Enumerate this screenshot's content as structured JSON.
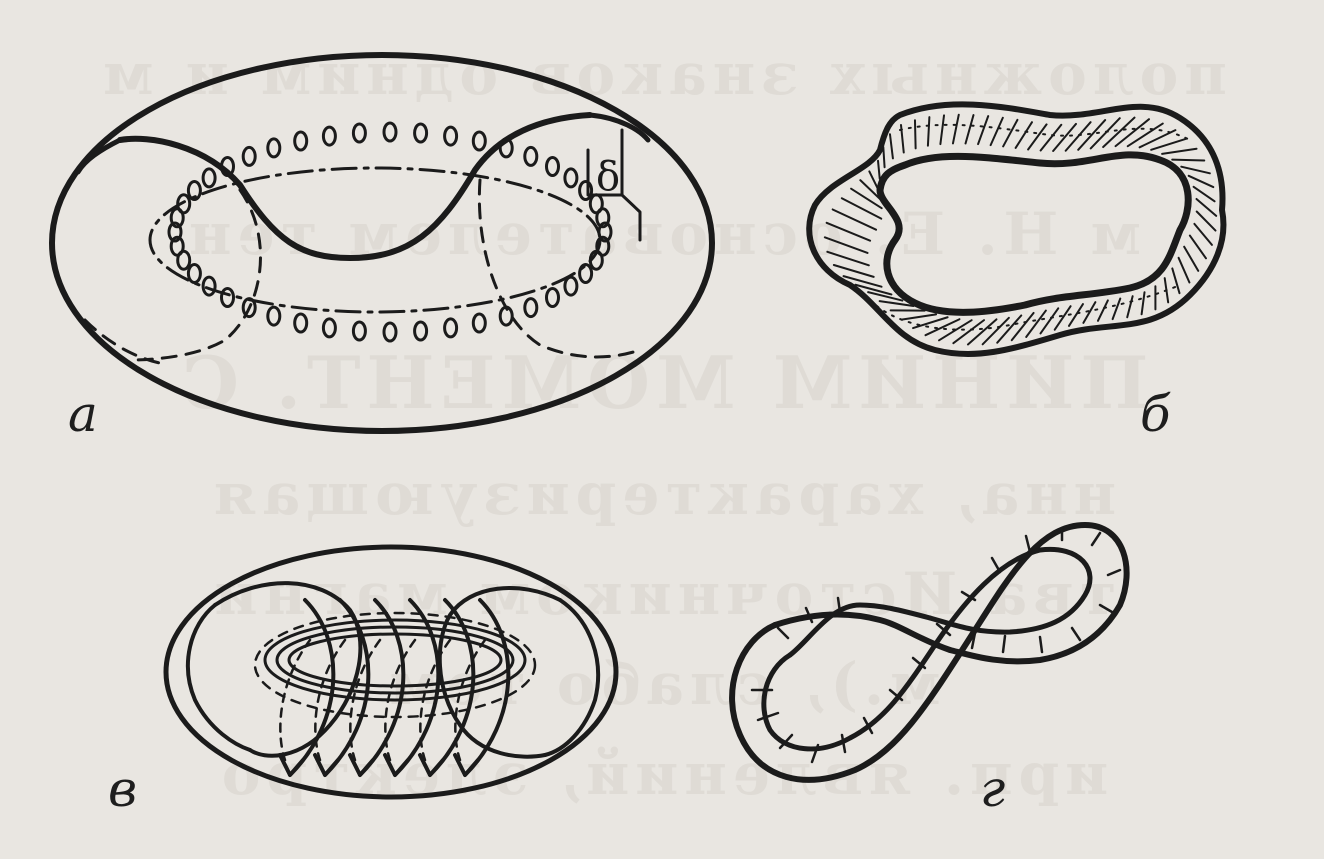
{
  "panels": {
    "a": {
      "label": "а",
      "delta": "δ"
    },
    "b": {
      "label": "б"
    },
    "v": {
      "label": "в"
    },
    "g": {
      "label": "г"
    }
  },
  "bleed_through": [
    "положных знаков одним и м",
    "м Н. Е. основателем тен",
    "ПИНИМ МОМЕНТ. С",
    "нна, характеризующая",
    "тва Источником магни",
    "м.), слабо тем",
    "ирп. явлений, электро"
  ],
  "colors": {
    "ink": "#1b1b1b",
    "paper": "#e9e6e1"
  }
}
